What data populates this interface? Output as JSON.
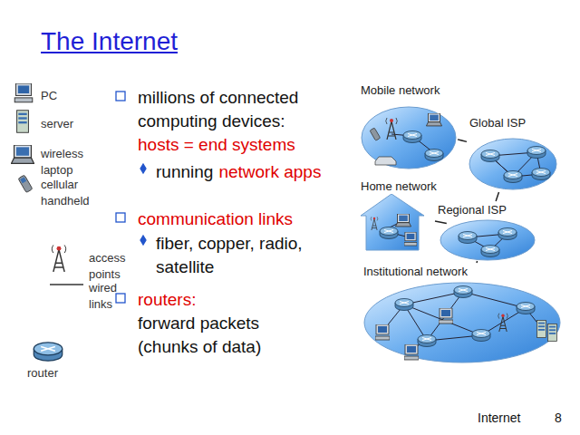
{
  "diagram": {
    "title": "The Internet",
    "nodes": [
      {
        "text": [
          "Mobile network"
        ]
      },
      {
        "text": [
          "Global ISP"
        ]
      },
      {
        "text": [
          "Home network"
        ]
      },
      {
        "text": [
          "Regional ISP"
        ]
      },
      {
        "text": [
          "Institutional network"
        ]
      }
    ],
    "edges": [
      {
        "from": 0,
        "to": 1,
        "arrow": "none"
      },
      {
        "from": 1,
        "to": 3,
        "arrow": "none"
      },
      {
        "from": 2,
        "to": 3,
        "arrow": "none"
      },
      {
        "from": 3,
        "to": 4,
        "arrow": "none"
      }
    ],
    "labels": [
      "millions of connected computing devices:",
      "hosts = end systems",
      "running",
      "network apps",
      "communication links",
      "fiber, copper, radio, satellite",
      "routers:",
      "forward packets (chunks of data)",
      "Internet",
      "8"
    ],
    "legend": [
      {
        "text": "PC"
      },
      {
        "text": "server"
      },
      {
        "text": "wireless laptop"
      },
      {
        "text": "cellular handheld"
      },
      {
        "text": "access points"
      },
      {
        "text": "wired links"
      },
      {
        "text": "router"
      }
    ]
  }
}
